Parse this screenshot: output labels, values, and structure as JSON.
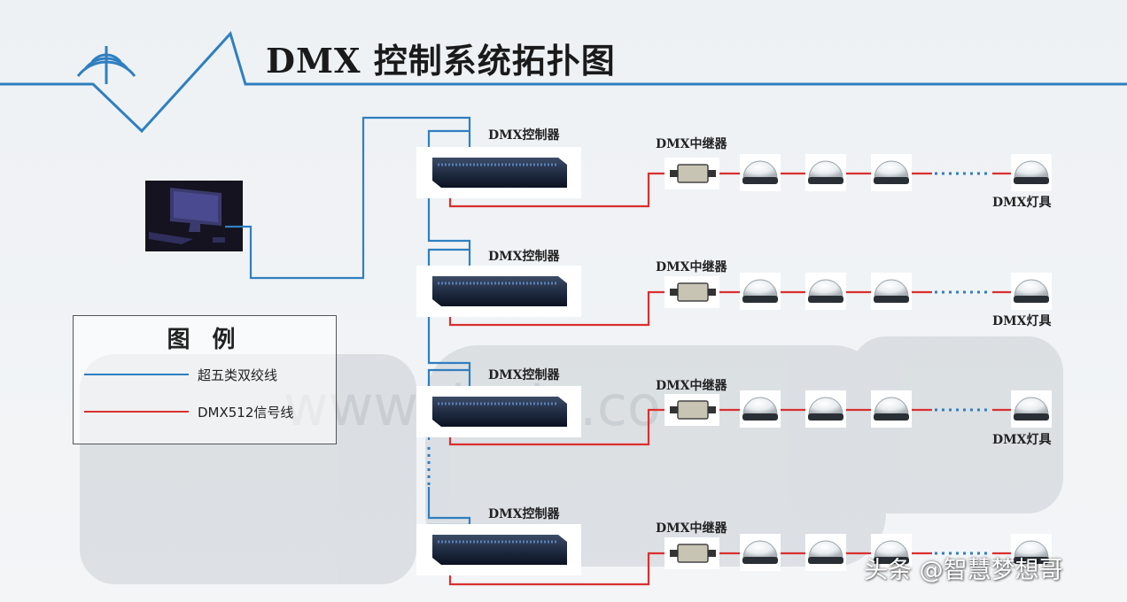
{
  "title": "DMX 控制系统拓扑图",
  "controller_label": "DMX控制器",
  "repeater_label": "DMX中继器",
  "fixture_label": "DMX灯具",
  "legend": {
    "title": "图 例",
    "items": [
      {
        "label": "超五类双绞线",
        "color": "#2f7fc0"
      },
      {
        "label": "DMX512信号线",
        "color": "#d93030"
      }
    ]
  },
  "colors": {
    "cable_blue": "#2f7fc0",
    "signal_red": "#d93030"
  },
  "watermark": "头条 @智慧梦想哥",
  "background_text": "www.docin.com"
}
